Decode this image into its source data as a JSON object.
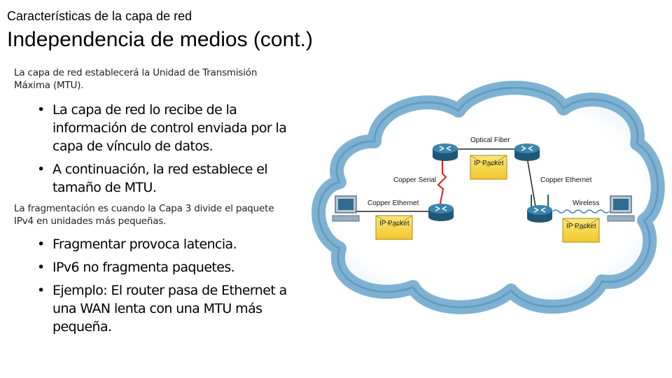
{
  "header": {
    "subtitle": "Características de la capa de red",
    "title": "Independencia de medios (cont.)"
  },
  "content": {
    "intro1": "La capa de red establecerá la Unidad de Transmisión Máxima (MTU).",
    "bullets1": [
      "La capa de red lo recibe de la información de control enviada por la capa de vínculo de datos.",
      "A continuación, la red establece el tamaño de MTU."
    ],
    "intro2": "La fragmentación es cuando la Capa 3 divide el paquete IPv4 en unidades más pequeñas.",
    "bullets2": [
      "Fragmentar provoca latencia.",
      "IPv6 no fragmenta paquetes.",
      "Ejemplo: El router pasa de Ethernet a una WAN lenta con una MTU más pequeña."
    ]
  },
  "diagram": {
    "links": {
      "optical_fiber": "Optical Fiber",
      "copper_serial": "Copper Serial",
      "copper_ethernet_left": "Copper Ethernet",
      "copper_ethernet_right": "Copper Ethernet",
      "wireless": "Wireless"
    },
    "packet_label": "IP Packet",
    "colors": {
      "cloud_border": "#6fa5c8",
      "router": "#2f6e90",
      "packet": "#f7d84a",
      "serial_link": "#d42020"
    },
    "icons": [
      "router-icon",
      "pc-icon",
      "ip-packet-icon",
      "cloud-icon"
    ]
  }
}
